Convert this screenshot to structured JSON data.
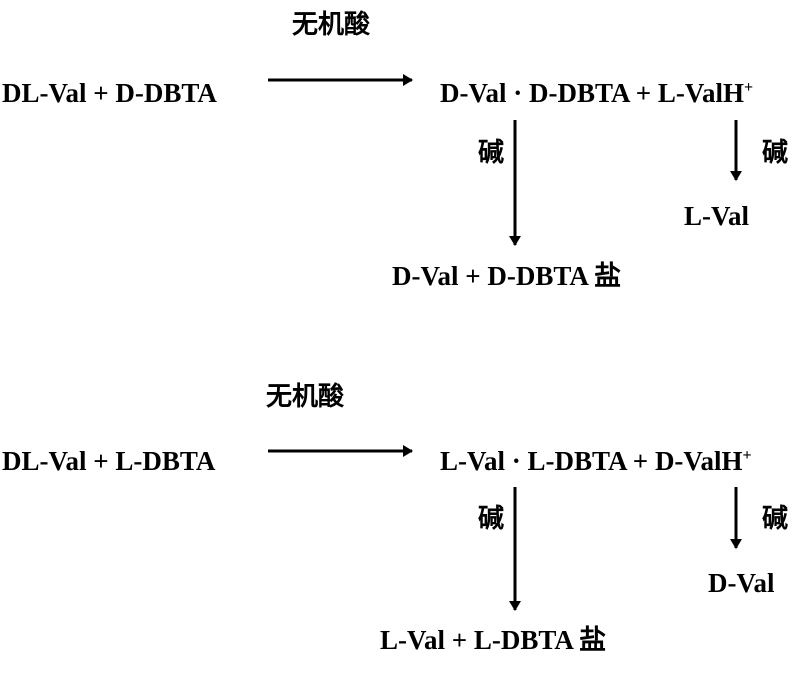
{
  "schemes": [
    {
      "catalyst": "无机酸",
      "reactants": "DL-Val + D-DBTA",
      "product_salt": "D-Val · D-DBTA",
      "product_plus": "+",
      "product_ion": "L-ValH",
      "product_ion_charge": "+",
      "left_base_label": "碱",
      "right_base_label": "碱",
      "left_result": "D-Val + D-DBTA 盐",
      "right_result": "L-Val"
    },
    {
      "catalyst": "无机酸",
      "reactants": "DL-Val + L-DBTA",
      "product_salt": "L-Val · L-DBTA",
      "product_plus": "+",
      "product_ion": "D-ValH",
      "product_ion_charge": "+",
      "left_base_label": "碱",
      "right_base_label": "碱",
      "left_result": "L-Val + L-DBTA 盐",
      "right_result": "D-Val"
    }
  ]
}
